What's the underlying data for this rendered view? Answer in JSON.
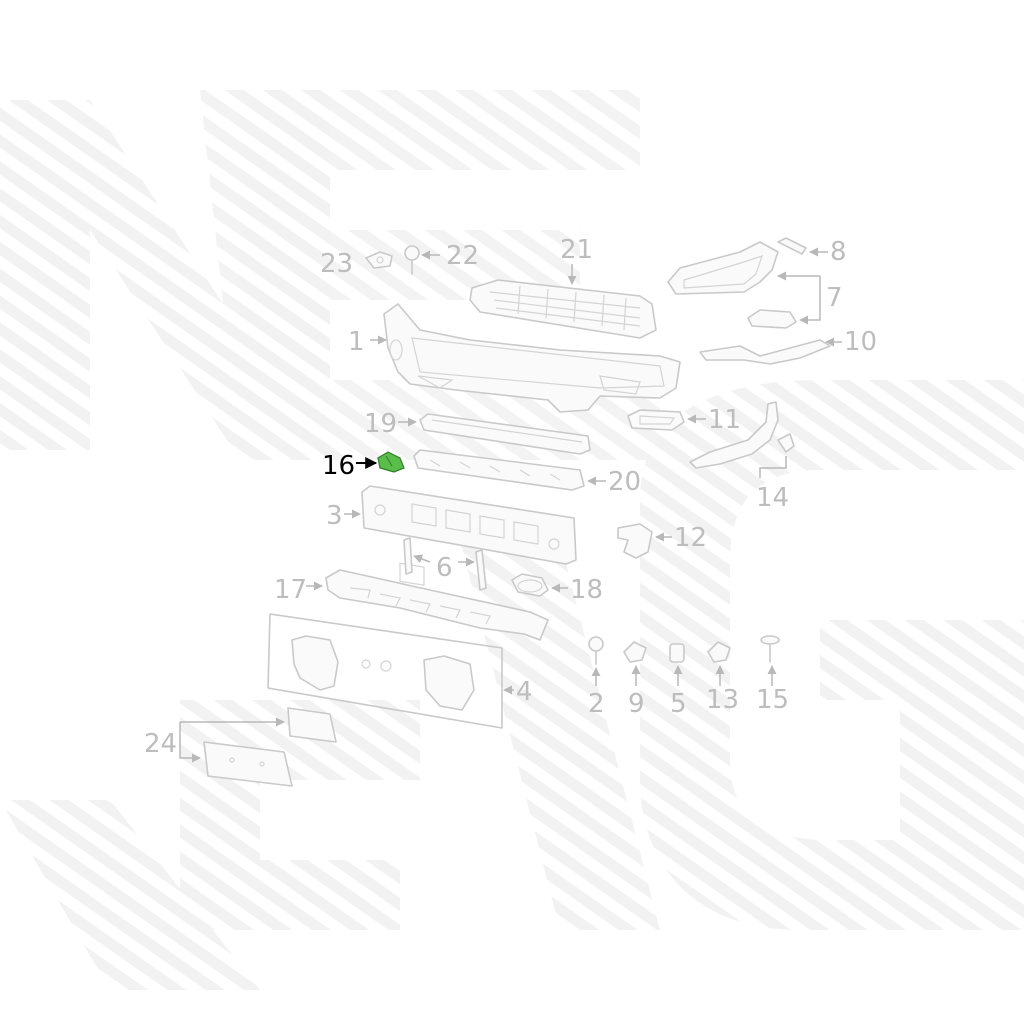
{
  "diagram": {
    "labels": [
      "1",
      "2",
      "3",
      "4",
      "5",
      "6",
      "7",
      "8",
      "9",
      "10",
      "11",
      "12",
      "13",
      "14",
      "15",
      "16",
      "17",
      "18",
      "19",
      "20",
      "21",
      "22",
      "23",
      "24"
    ],
    "highlighted_label": "16",
    "highlight_color": "#5bbd4a",
    "line_color": "#c9c9c9",
    "label_color": "#bdbdbd",
    "watermark_color": "#ececec"
  }
}
